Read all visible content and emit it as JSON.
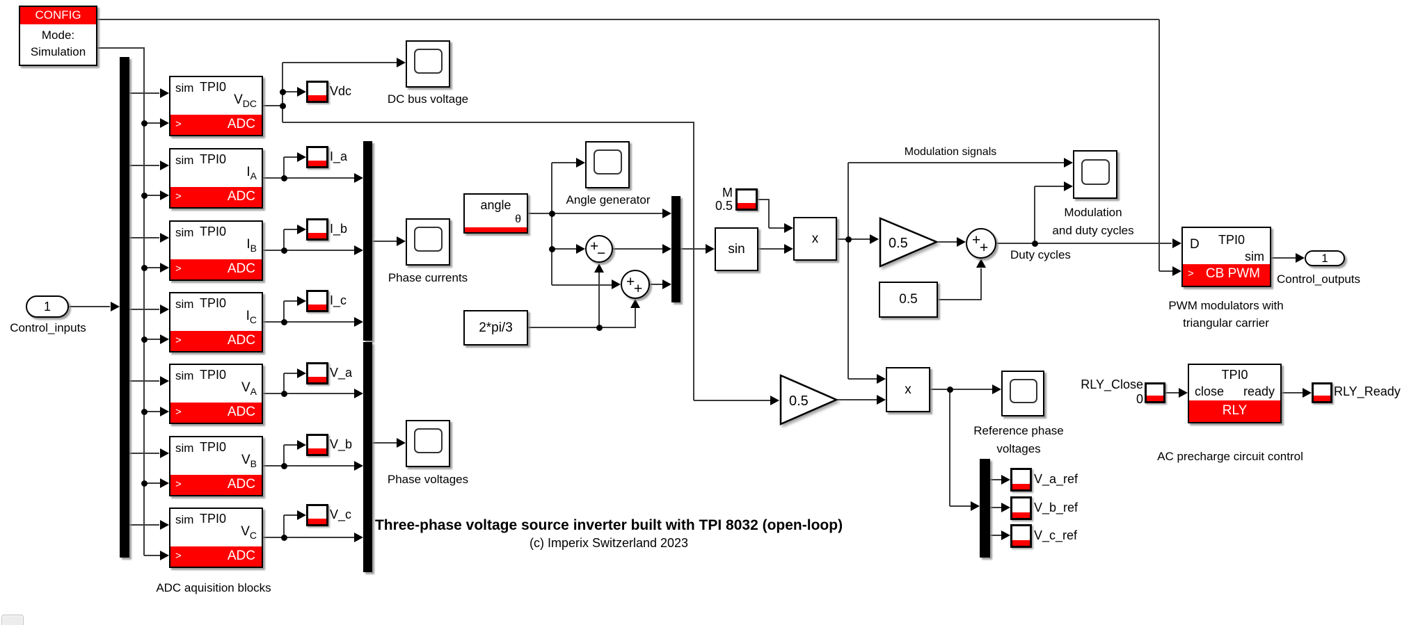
{
  "title": {
    "main": "Three-phase voltage source inverter built with TPI 8032 (open-loop)",
    "copyright": "(c) Imperix Switzerland 2023"
  },
  "config": {
    "header": "CONFIG",
    "line1": "Mode:",
    "line2": "Simulation"
  },
  "ports": {
    "input": {
      "num": "1",
      "label": "Control_inputs"
    },
    "output": {
      "num": "1",
      "label": "Control_outputs"
    }
  },
  "adc": {
    "caption": "ADC aquisition blocks",
    "sim": "sim",
    "type": "TPI0",
    "chevron": ">",
    "band": "ADC",
    "rows": [
      {
        "signal": "V",
        "sub": "DC",
        "indicator": "Vdc"
      },
      {
        "signal": "I",
        "sub": "A",
        "indicator": "I_a"
      },
      {
        "signal": "I",
        "sub": "B",
        "indicator": "I_b"
      },
      {
        "signal": "I",
        "sub": "C",
        "indicator": "I_c"
      },
      {
        "signal": "V",
        "sub": "A",
        "indicator": "V_a"
      },
      {
        "signal": "V",
        "sub": "B",
        "indicator": "V_b"
      },
      {
        "signal": "V",
        "sub": "C",
        "indicator": "V_c"
      }
    ]
  },
  "scopes": {
    "dc_bus": "DC bus voltage",
    "phase_currents": "Phase currents",
    "phase_voltages": "Phase voltages",
    "angle": "Angle generator",
    "modulation_1": "Modulation",
    "modulation_2": "and duty cycles",
    "reference_1": "Reference phase",
    "reference_2": "voltages"
  },
  "angle_block": {
    "label": "angle",
    "port": "θ"
  },
  "constants": {
    "two_pi_thirds": "2*pi/3",
    "half": "0.5",
    "m_name": "M",
    "m_value": "0.5"
  },
  "ops": {
    "sin": "sin",
    "product": "x",
    "gain1": "0.5",
    "gain2": "0.5",
    "plus": "+",
    "minus": "−"
  },
  "annotations": {
    "modulation_signals": "Modulation signals",
    "duty_cycles": "Duty cycles"
  },
  "pwm": {
    "d": "D",
    "type": "TPI0",
    "sim": "sim",
    "chevron": ">",
    "band": "CB PWM",
    "caption_1": "PWM modulators with",
    "caption_2": "triangular carrier"
  },
  "rly": {
    "type": "TPI0",
    "in": "close",
    "out": "ready",
    "band": "RLY",
    "close_label": "RLY_Close",
    "close_value": "0",
    "ready_label": "RLY_Ready",
    "caption": "AC precharge circuit control"
  },
  "vrefs": {
    "a": "V_a_ref",
    "b": "V_b_ref",
    "c": "V_c_ref"
  },
  "colors": {
    "accent": "#ff0000",
    "wire": "#3a3a3a"
  }
}
